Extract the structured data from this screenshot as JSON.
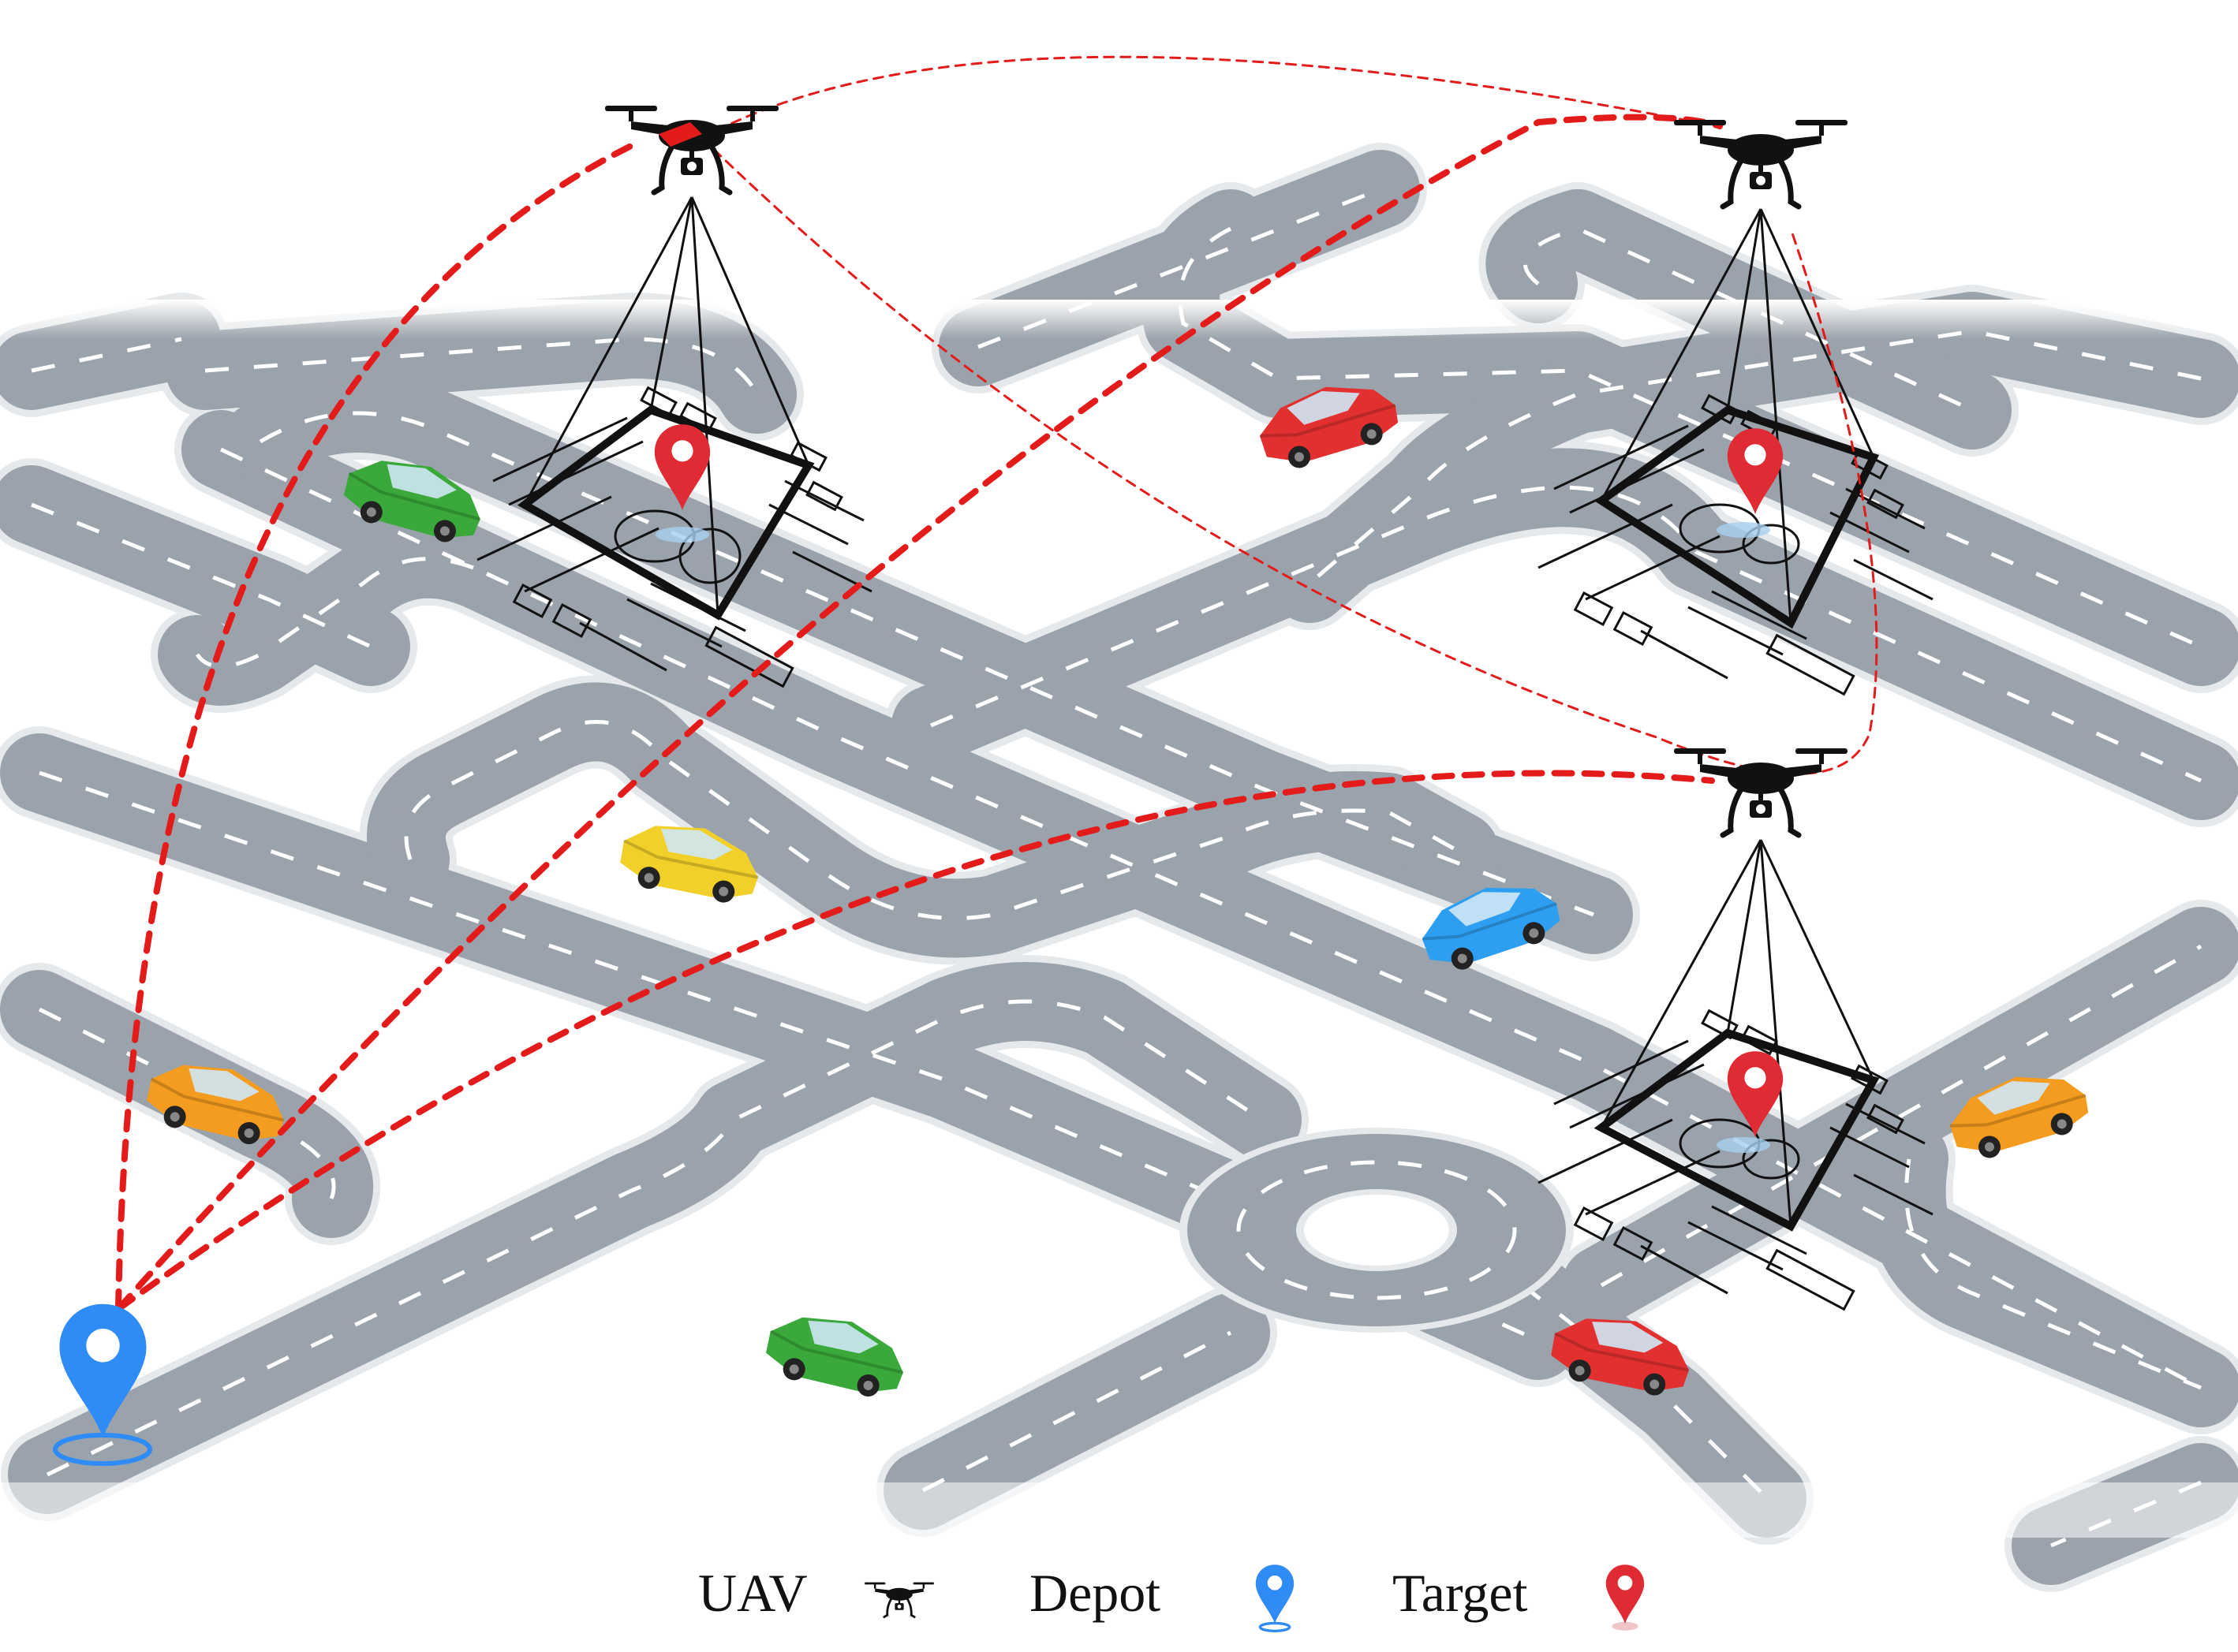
{
  "legend": {
    "uav_label": "UAV",
    "depot_label": "Depot",
    "target_label": "Target"
  },
  "icons": {
    "uav": "drone-icon",
    "depot": "location-pin-icon",
    "target": "location-pin-icon"
  },
  "colors": {
    "road": "#9aa3ab",
    "road_edge": "#e6e9ec",
    "lane_marking": "#ffffff",
    "route": "#e31b1b",
    "depot": "#2f8bf5",
    "target": "#e02b35",
    "uav": "#111111"
  },
  "cars": [
    {
      "color": "#3aa83a"
    },
    {
      "color": "#e23030"
    },
    {
      "color": "#f2d02a"
    },
    {
      "color": "#2e9ff0"
    },
    {
      "color": "#f39c1f"
    },
    {
      "color": "#3aa83a"
    },
    {
      "color": "#e23030"
    },
    {
      "color": "#f39c1f"
    }
  ]
}
